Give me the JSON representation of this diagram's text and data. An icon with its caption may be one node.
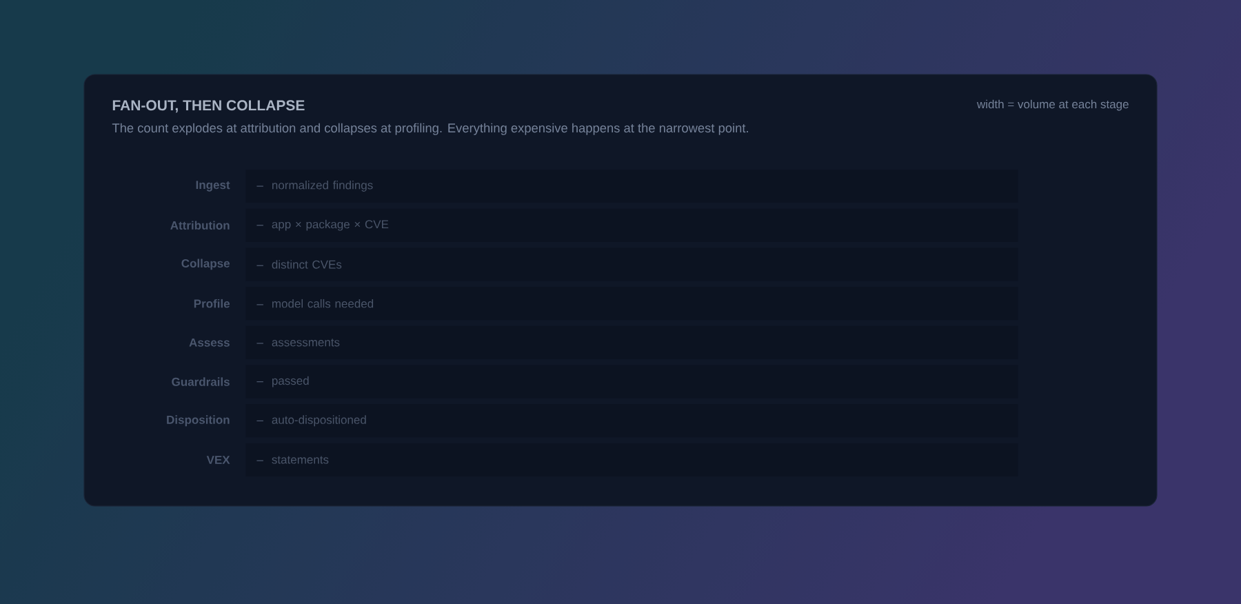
{
  "diagram": {
    "title": "FAN-OUT, THEN COLLAPSE",
    "caption": "The count explodes at attribution and collapses at profiling. Everything expensive happens at the narrowest point.",
    "nodes": [
      {
        "text": [
          "–",
          "normalized findings"
        ],
        "beside": [
          "Ingest"
        ]
      },
      {
        "text": [
          "–",
          "app × package × CVE"
        ],
        "beside": [
          "Attribution"
        ]
      },
      {
        "text": [
          "–",
          "distinct CVEs"
        ],
        "beside": [
          "Collapse"
        ]
      },
      {
        "text": [
          "–",
          "model calls needed"
        ],
        "beside": [
          "Profile"
        ]
      },
      {
        "text": [
          "–",
          "assessments"
        ],
        "beside": [
          "Assess"
        ]
      },
      {
        "text": [
          "–",
          "passed"
        ],
        "beside": [
          "Guardrails"
        ]
      },
      {
        "text": [
          "–",
          "auto-dispositioned"
        ],
        "beside": [
          "Disposition"
        ]
      },
      {
        "text": [
          "–",
          "statements"
        ],
        "beside": [
          "VEX"
        ]
      }
    ],
    "labels": [
      "width = volume at each stage"
    ]
  }
}
